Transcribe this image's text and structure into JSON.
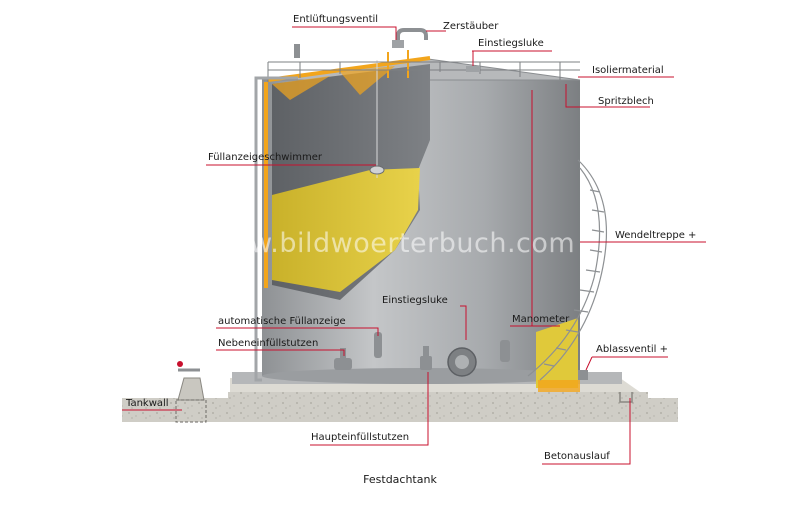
{
  "caption": "Festdachtank",
  "watermark": "www.bildwoerterbuch.com",
  "colors": {
    "leader": "#c8102e",
    "tank_body": "#a9acaf",
    "tank_interior": "#6b6e72",
    "liquid": "#e0c93a",
    "insulation": "#f2a51c",
    "concrete": "#c9c7c0"
  },
  "labels": {
    "entlueftungsventil": "Entlüftungsventil",
    "zerstaeuber": "Zerstäuber",
    "einstiegsluke_top": "Einstiegsluke",
    "isoliermaterial": "Isoliermaterial",
    "spritzblech": "Spritzblech",
    "fuellanzeigeschwimmer": "Füllanzeigeschwimmer",
    "wendeltreppe": "Wendeltreppe +",
    "einstiegsluke_bottom": "Einstiegsluke",
    "automatische_fuellanzeige": "automatische Füllanzeige",
    "manometer": "Manometer",
    "nebeneinfuellstutzen": "Nebeneinfüllstutzen",
    "ablassventil": "Ablassventil +",
    "tankwall": "Tankwall",
    "haupteinfuellstutzen": "Haupteinfüllstutzen",
    "betonauslauf": "Betonauslauf"
  }
}
